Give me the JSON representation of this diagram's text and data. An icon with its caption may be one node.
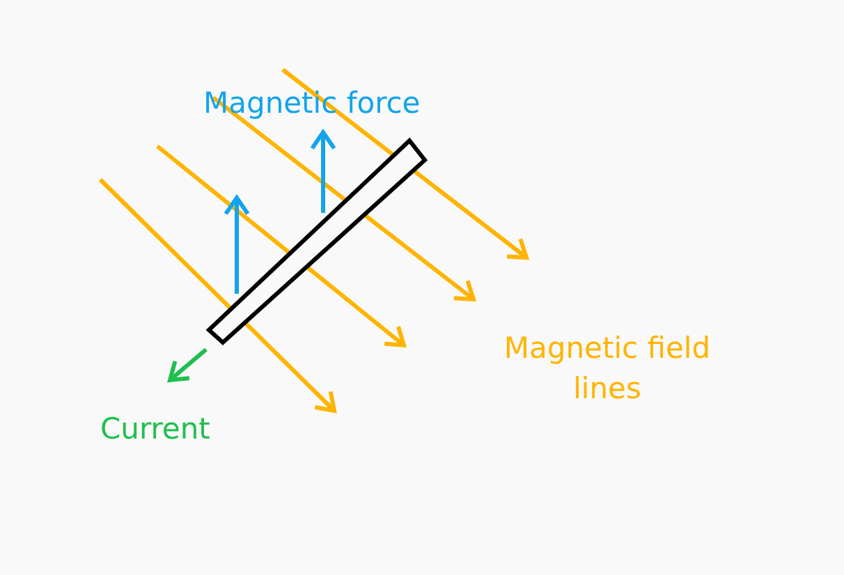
{
  "diagram": {
    "labels": [
      "Magnetic force",
      "Magnetic field lines",
      "Current"
    ]
  }
}
